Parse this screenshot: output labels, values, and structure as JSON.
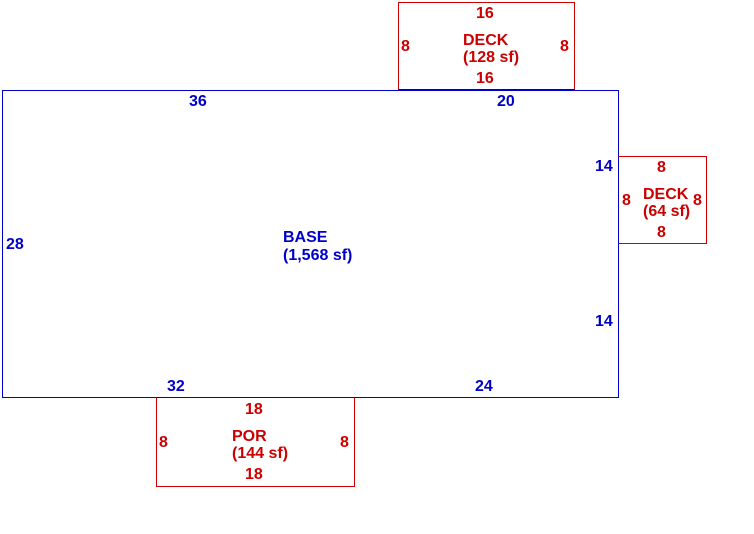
{
  "colors": {
    "base": "#0000cc",
    "addition": "#cc0000",
    "background": "#ffffff"
  },
  "base": {
    "name": "BASE",
    "area": "(1,568 sf)",
    "dims": {
      "top_left": "36",
      "top_right": "20",
      "left": "28",
      "right_upper": "14",
      "right_lower": "14",
      "bottom_left": "32",
      "bottom_right": "24"
    }
  },
  "deck_top": {
    "name": "DECK",
    "area": "(128 sf)",
    "dims": {
      "top": "16",
      "bottom": "16",
      "left": "8",
      "right": "8"
    }
  },
  "deck_right": {
    "name": "DECK",
    "area": "(64 sf)",
    "dims": {
      "top": "8",
      "bottom": "8",
      "left": "8",
      "right": "8"
    }
  },
  "porch": {
    "name": "POR",
    "area": "(144 sf)",
    "dims": {
      "top": "18",
      "bottom": "18",
      "left": "8",
      "right": "8"
    }
  }
}
